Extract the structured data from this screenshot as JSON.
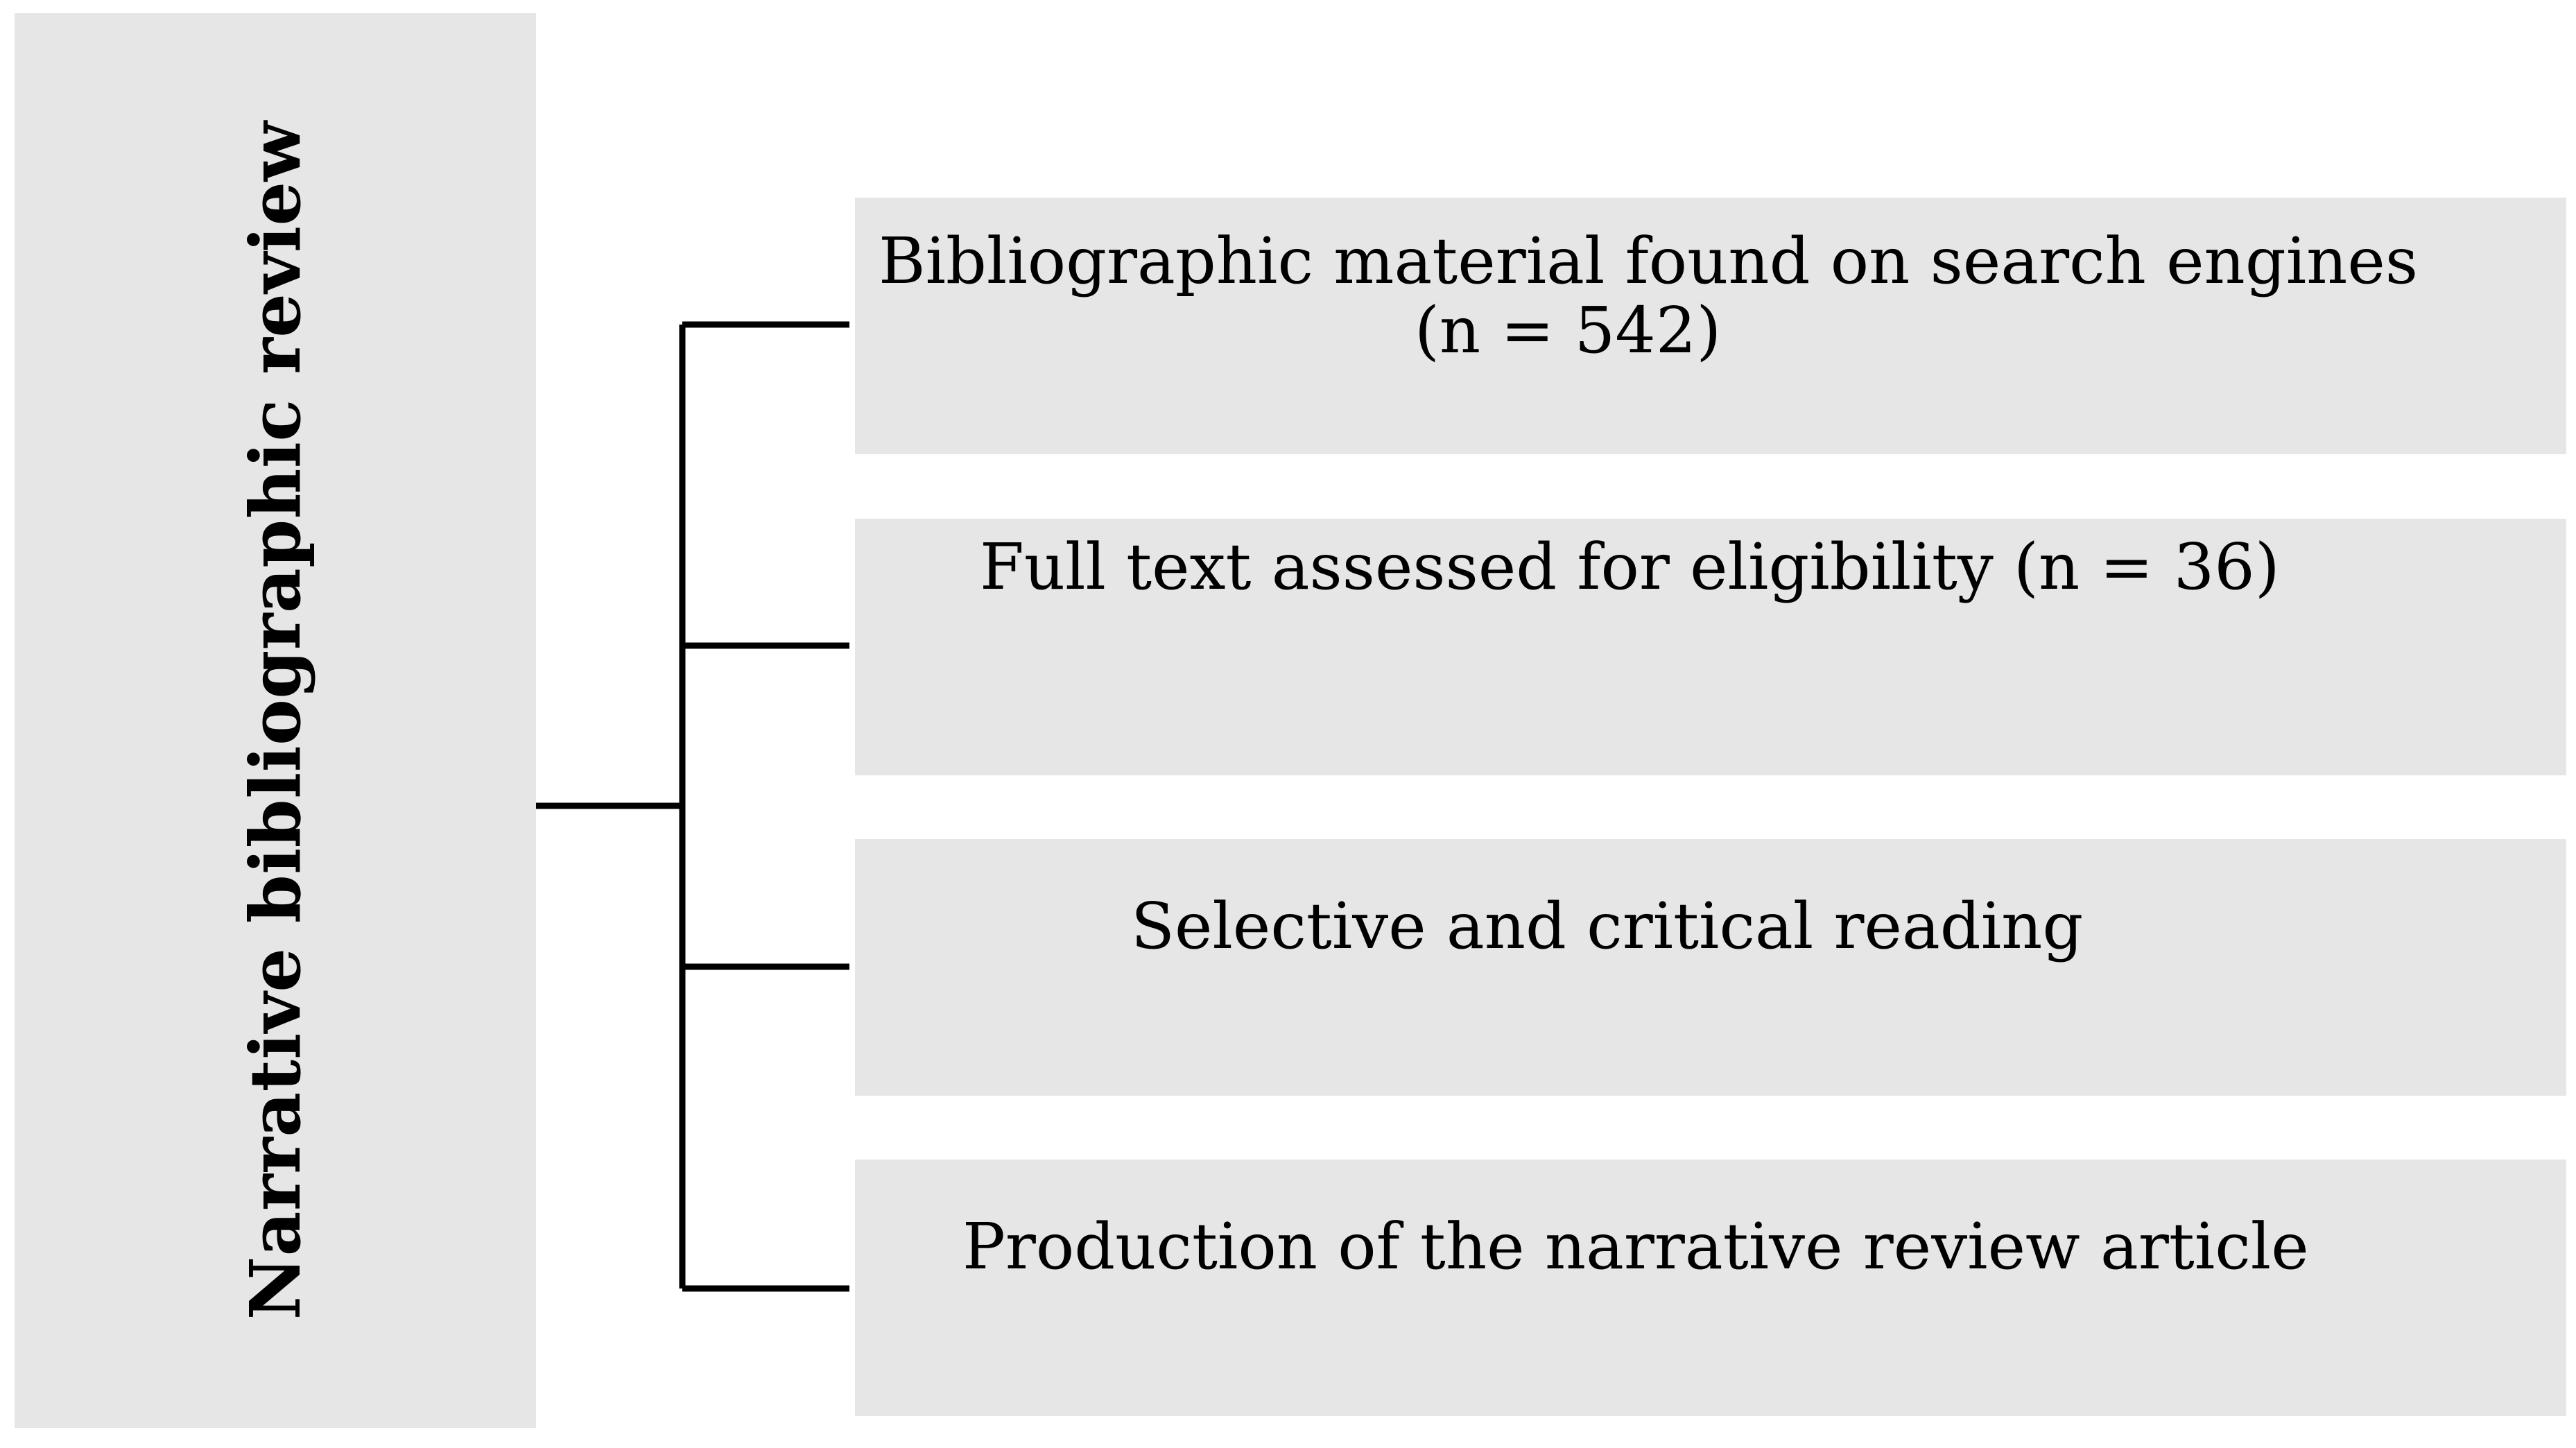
{
  "diagram": {
    "root": {
      "label": "Narrative bibliographic review"
    },
    "steps": [
      {
        "line1": "Bibliographic material found on search engines",
        "line2": "(n = 542)"
      },
      {
        "line1": "Full text assessed for eligibility (n = 36)"
      },
      {
        "line1": "Selective and critical reading"
      },
      {
        "line1": "Production of the narrative review article"
      }
    ],
    "colors": {
      "box_fill": "#e6e6e6",
      "connector": "#000000",
      "text": "#000000"
    }
  }
}
